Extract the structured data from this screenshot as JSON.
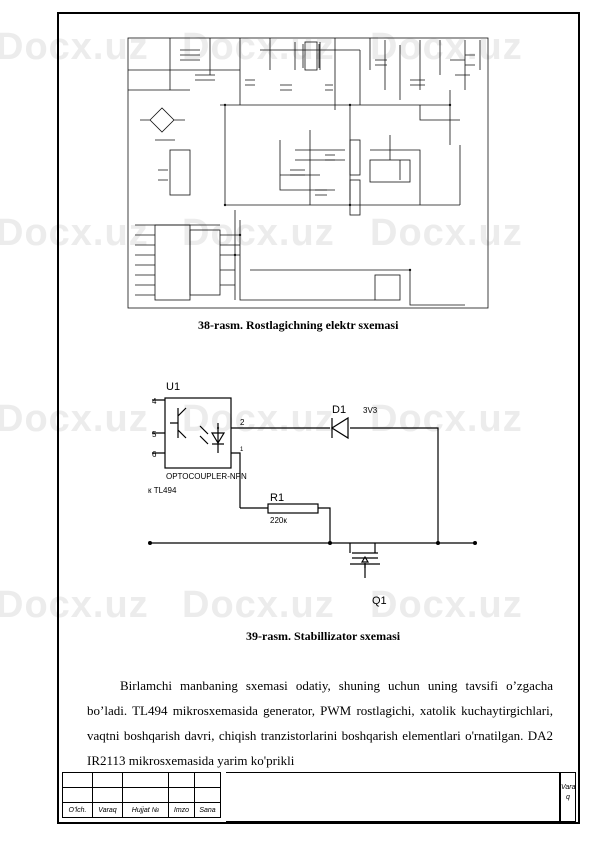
{
  "watermark": {
    "text": "Docx.uz"
  },
  "figure38": {
    "caption": "38-rasm. Rostlagichning elektr sxemasi"
  },
  "figure39": {
    "caption": "39-rasm. Stabillizator sxemasi",
    "labels": {
      "u1": "U1",
      "pin4": "4",
      "pin5": "5",
      "pin6": "6",
      "pin2": "2",
      "pin1": "1",
      "optocoupler": "OPTOCOUPLER-NPN",
      "tl494": "к TL494",
      "d1": "D1",
      "d1_value": "3V3",
      "r1": "R1",
      "r1_value": "220к",
      "q1": "Q1"
    }
  },
  "paragraph": "Birlamchi manbaning sxemasi odatiy, shuning uchun uning tavsifi o’zgacha bo’ladi. TL494 mikrosxemasida generator, PWM rostlagichi, xatolik kuchaytirgichlari, vaqtni boshqarish davri, chiqish tranzistorlarini boshqarish elementlari o'rnatilgan. DA2 IR2113 mikrosxemasida yarim ko'prikli",
  "stamp": {
    "col1": "O’lch.",
    "col2": "Varaq",
    "col3": "Hujjat  №",
    "col4": "Imzo",
    "col5": "Sana",
    "sheet": "Vara q"
  }
}
